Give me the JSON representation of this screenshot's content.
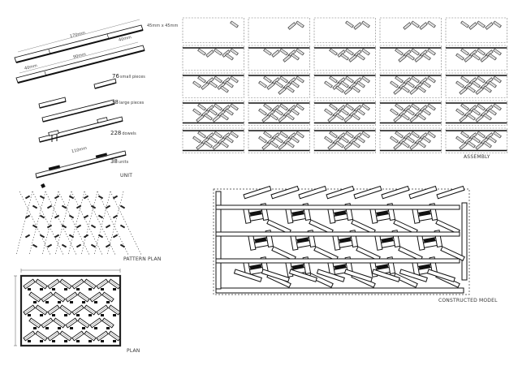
{
  "labels": {
    "unit": "UNIT",
    "assembly": "ASSEMBLY",
    "pattern_plan": "PATTERN PLAN",
    "plan": "PLAN",
    "constructed_model": "CONSTRUCTED MODEL"
  },
  "unit_dimensions": {
    "section_size": "45mm x 45mm",
    "length_170": "170mm",
    "length_40_upper": "40mm",
    "length_90": "90mm",
    "length_40_lower": "40mm",
    "length_110": "110mm"
  },
  "unit_stock": [
    {
      "count": "76",
      "desc": "small pieces"
    },
    {
      "count": "38",
      "desc": "large pieces"
    },
    {
      "count": "228",
      "desc": "dowels"
    },
    {
      "count": "38",
      "desc": "units"
    }
  ],
  "assembly": {
    "columns": 5,
    "rows": 5
  },
  "palette": {
    "line": "#1a1a1a",
    "frame": "#555555",
    "paper": "#ffffff"
  }
}
